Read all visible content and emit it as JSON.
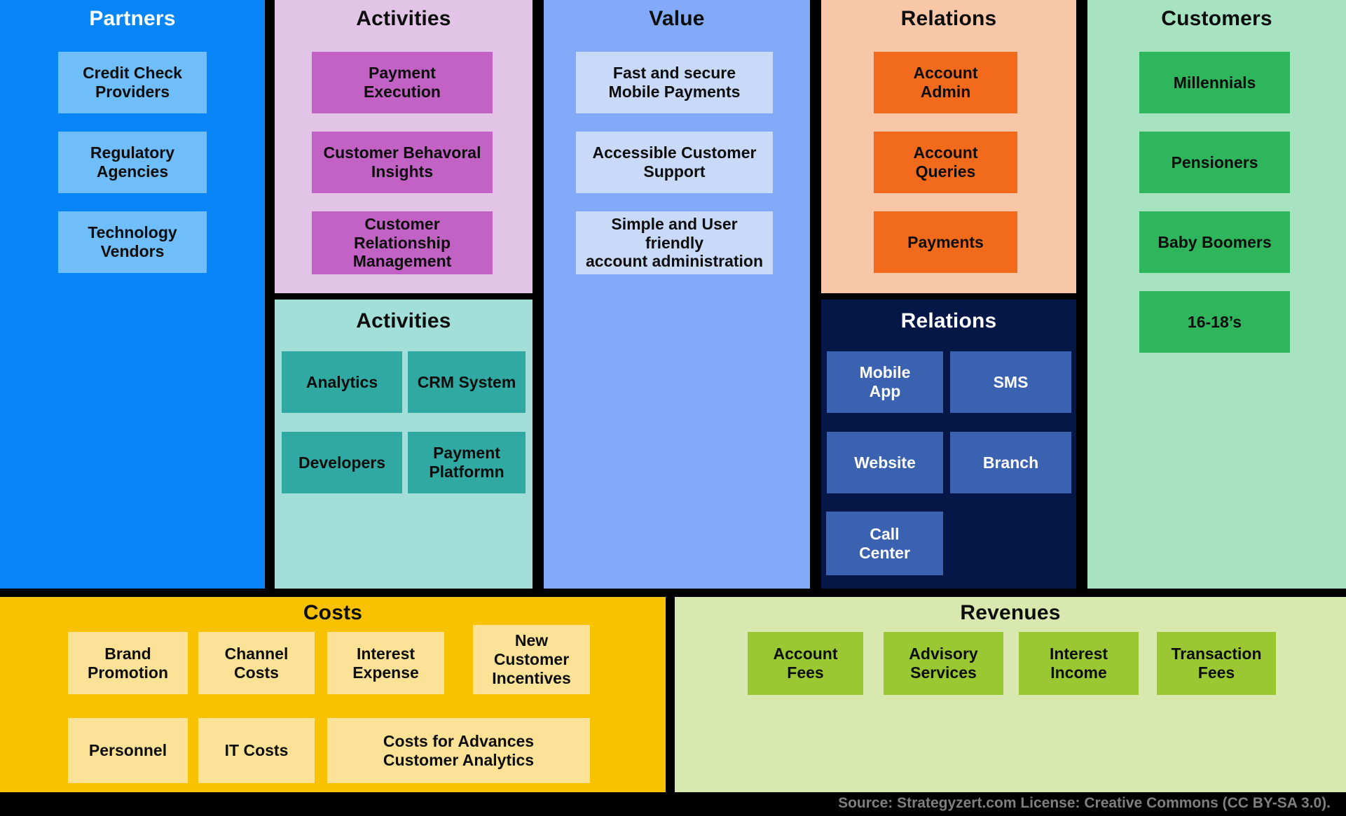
{
  "colors": {
    "bg": "#000000",
    "partners_bg": "#0886F8",
    "partners_box": "#6FBDF9",
    "activities_key_bg": "#E2C4E6",
    "activities_key_box": "#C162C4",
    "activities_res_bg": "#A2DFD8",
    "activities_res_box": "#2FA9A2",
    "value_bg": "#82AAF8",
    "value_box": "#C9D9F8",
    "relations_top_bg": "#F8C7A8",
    "relations_top_box": "#F26A1B",
    "relations_ch_bg": "#041747",
    "relations_ch_box": "#3B62B0",
    "customers_bg": "#A7E2C1",
    "customers_box": "#2FB55B",
    "costs_bg": "#F9C201",
    "costs_box": "#FBE296",
    "revenues_bg": "#D9E8AE",
    "revenues_box": "#9AC832",
    "source_text": "#7F7F7F"
  },
  "sections": {
    "partners": {
      "title": "Partners",
      "items": [
        "Credit Check\nProviders",
        "Regulatory\nAgencies",
        "Technology\nVendors"
      ]
    },
    "activities_key": {
      "title": "Activities",
      "items": [
        "Payment\nExecution",
        "Customer Behavoral\nInsights",
        "Customer\nRelationship\nManagement"
      ]
    },
    "activities_resources": {
      "title": "Activities",
      "items": [
        "Analytics",
        "CRM System",
        "Developers",
        "Payment\nPlatformn"
      ]
    },
    "value": {
      "title": "Value",
      "items": [
        "Fast and secure\nMobile Payments",
        "Accessible Customer\nSupport",
        "Simple and User\nfriendly\naccount administration"
      ]
    },
    "relations_top": {
      "title": "Relations",
      "items": [
        "Account\nAdmin",
        "Account\nQueries",
        "Payments"
      ]
    },
    "relations_channels": {
      "title": "Relations",
      "items": [
        "Mobile\nApp",
        "SMS",
        "Website",
        "Branch",
        "Call\nCenter"
      ]
    },
    "customers": {
      "title": "Customers",
      "items": [
        "Millennials",
        "Pensioners",
        "Baby Boomers",
        "16-18’s"
      ]
    },
    "costs": {
      "title": "Costs",
      "items": [
        "Brand\nPromotion",
        "Channel\nCosts",
        "Interest\nExpense",
        "New\nCustomer\nIncentives",
        "Personnel",
        "IT Costs",
        "Costs for Advances\nCustomer Analytics"
      ]
    },
    "revenues": {
      "title": "Revenues",
      "items": [
        "Account\nFees",
        "Advisory\nServices",
        "Interest\nIncome",
        "Transaction\nFees"
      ]
    },
    "source_note": "Source: Strategyzert.com License: Creative Commons (CC BY-SA 3.0)."
  }
}
